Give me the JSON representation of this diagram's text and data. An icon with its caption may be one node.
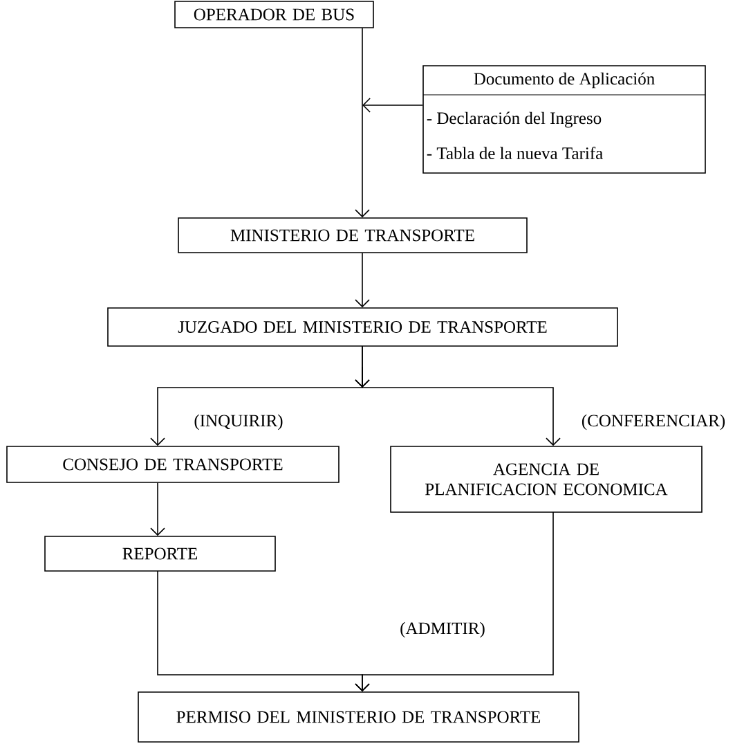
{
  "diagram": {
    "nodes": [
      {
        "text": [
          "OPERADOR DE BUS"
        ]
      },
      {
        "text": [
          "Documento de Aplicación",
          "- Declaración del Ingreso",
          "- Tabla de la nueva Tarifa"
        ]
      },
      {
        "text": [
          "MINISTERIO DE TRANSPORTE"
        ]
      },
      {
        "text": [
          "JUZGADO DEL MINISTERIO DE TRANSPORTE"
        ]
      },
      {
        "text": [
          "CONSEJO DE TRANSPORTE"
        ]
      },
      {
        "text": [
          "AGENCIA DE PLANIFICACION ECONOMICA"
        ]
      },
      {
        "text": [
          "REPORTE"
        ]
      },
      {
        "text": [
          "PERMISO DEL MINISTERIO DE TRANSPORTE"
        ]
      }
    ],
    "edges": [
      {
        "from": 0,
        "to": 2,
        "arrow": "to"
      },
      {
        "from": 1,
        "to": null,
        "arrow": "to"
      },
      {
        "from": 2,
        "to": 3,
        "arrow": "to"
      },
      {
        "from": 3,
        "to": 4,
        "arrow": "to",
        "label": "(INQUIRIR)"
      },
      {
        "from": 3,
        "to": 5,
        "arrow": "to",
        "label": "(CONFERENCIAR)"
      },
      {
        "from": 4,
        "to": 6,
        "arrow": "to"
      },
      {
        "from": 6,
        "to": 7,
        "arrow": "to"
      },
      {
        "from": 5,
        "to": 7,
        "arrow": "to",
        "label": "(ADMITIR)"
      }
    ]
  }
}
